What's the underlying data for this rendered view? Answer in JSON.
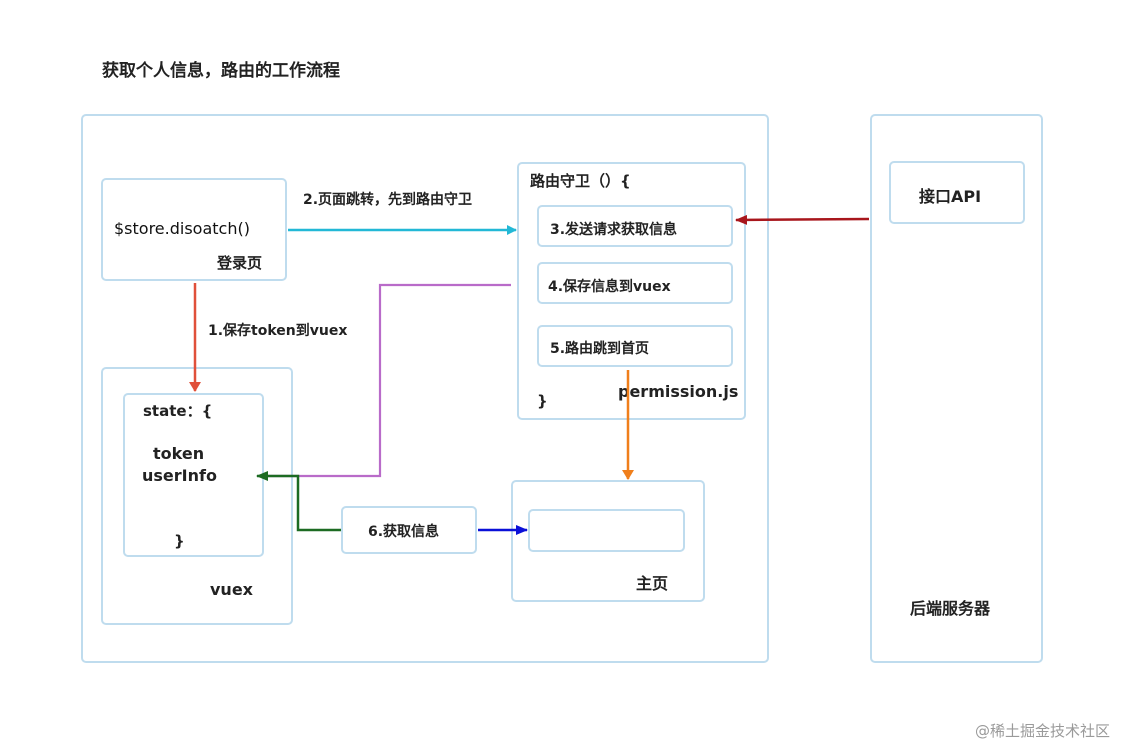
{
  "title": "获取个人信息，路由的工作流程",
  "login": {
    "code": "$store.disoatch()",
    "label": "登录页"
  },
  "guard": {
    "header": "路由守卫（）{",
    "steps": [
      "3.发送请求获取信息",
      "4.保存信息到vuex",
      "5.路由跳到首页"
    ],
    "close": "}",
    "file": "permission.js"
  },
  "vuex_store": {
    "state_open": "state：{",
    "field1": "token",
    "field2": "userInfo",
    "close": "}",
    "label": "vuex"
  },
  "home": {
    "label": "主页"
  },
  "fetch": {
    "label": "6.获取信息"
  },
  "backend": {
    "api": "接口API",
    "label": "后端服务器"
  },
  "edges": {
    "jump": "2.页面跳转，先到路由守卫",
    "save_token": "1.保存token到vuex"
  },
  "watermark": "@稀土掘金技术社区",
  "colors": {
    "border": "#bfdcee",
    "cyan": "#22b8d6",
    "red_arrow": "#e0503a",
    "dark_red": "#a8161c",
    "purple": "#b96bc9",
    "orange": "#f07f1b",
    "green": "#1c6b22",
    "blue": "#0a10d8"
  }
}
